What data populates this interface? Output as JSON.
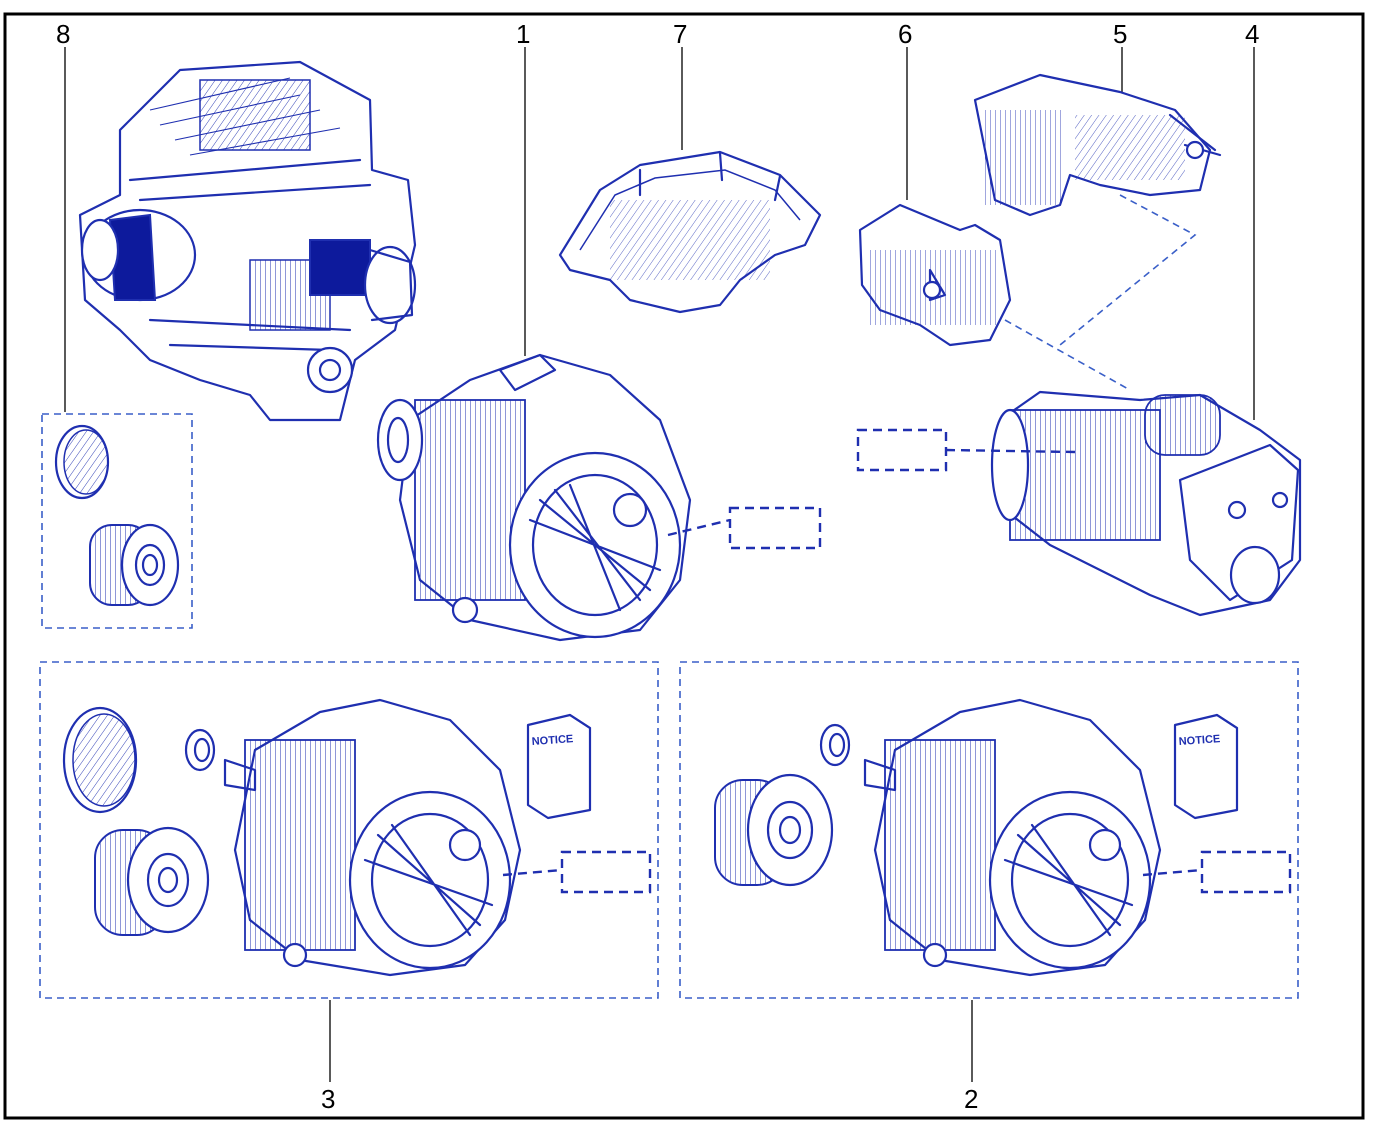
{
  "callouts": [
    {
      "id": "8",
      "label": "8"
    },
    {
      "id": "1",
      "label": "1"
    },
    {
      "id": "7",
      "label": "7"
    },
    {
      "id": "6",
      "label": "6"
    },
    {
      "id": "5",
      "label": "5"
    },
    {
      "id": "4",
      "label": "4"
    },
    {
      "id": "3",
      "label": "3"
    },
    {
      "id": "2",
      "label": "2"
    }
  ],
  "booklets": {
    "left": "NOTICE",
    "right": "NOTICE"
  },
  "colors": {
    "line_art": "#1f2fb0",
    "fill_dark": "#0d1a9c",
    "group_dash": "#3a5fc8",
    "frame": "#000000"
  }
}
